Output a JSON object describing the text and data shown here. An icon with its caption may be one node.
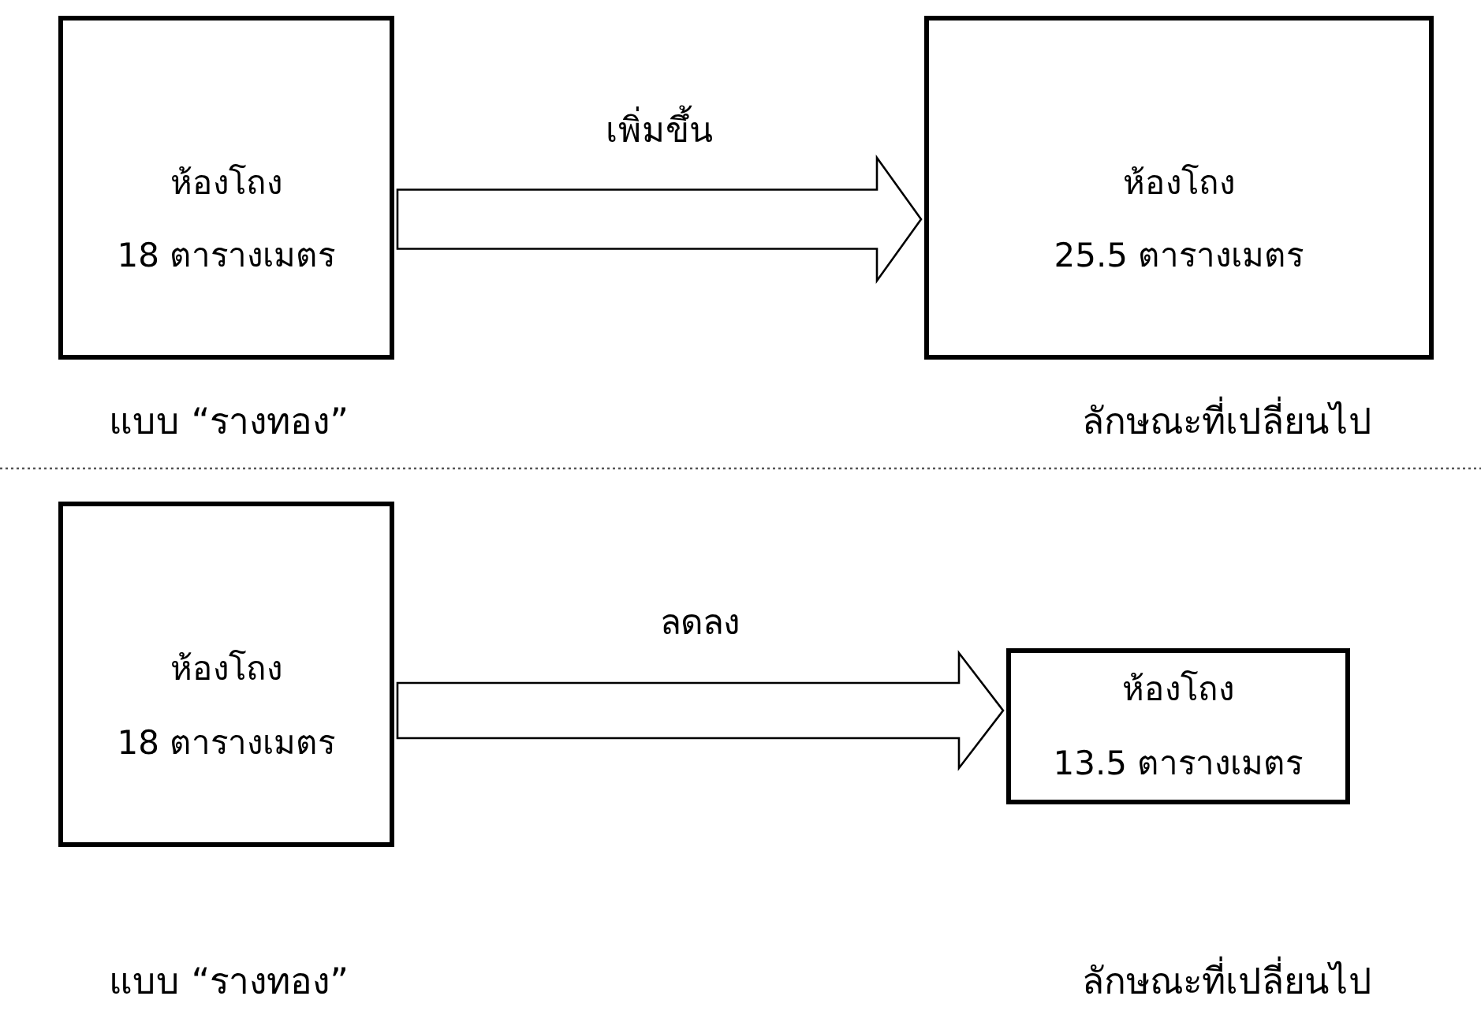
{
  "diagram": {
    "nodes": [
      {
        "text": [
          "ห้องโถง",
          "18 ตารางเมตร"
        ],
        "beside": [
          "แบบ “รางทอง”"
        ]
      },
      {
        "text": [
          "ห้องโถง",
          "25.5 ตารางเมตร"
        ],
        "beside": [
          "ลักษณะที่เปลี่ยนไป"
        ]
      },
      {
        "text": [
          "ห้องโถง",
          "18 ตารางเมตร"
        ]
      },
      {
        "text": [
          "ห้องโถง",
          "13.5 ตารางเมตร"
        ]
      }
    ],
    "labels": [
      "แบบ “รางทอง”",
      "ลักษณะที่เปลี่ยนไป"
    ],
    "edges": [
      {
        "from": 0,
        "to": 1,
        "arrow": "to",
        "label": "เพิ่มขึ้น"
      },
      {
        "from": 2,
        "to": 3,
        "arrow": "to",
        "label": "ลดลง"
      }
    ]
  }
}
